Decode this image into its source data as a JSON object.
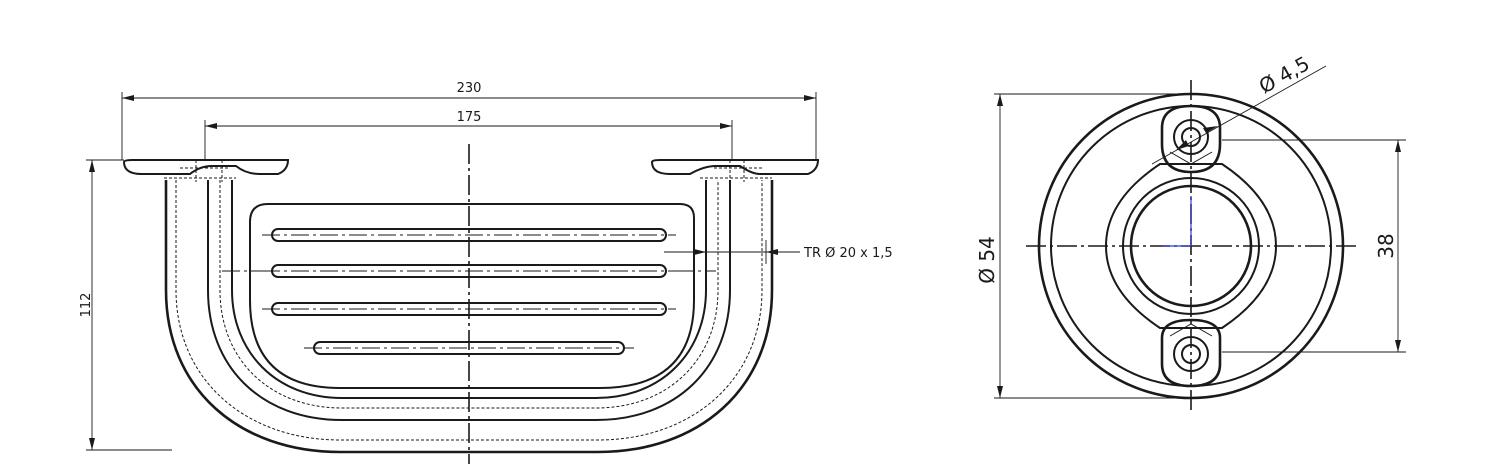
{
  "front_view": {
    "width_overall": "230",
    "width_mount": "175",
    "height": "112",
    "thread_callout": "TR Ø 20 x 1,5"
  },
  "side_view": {
    "diameter_plate": "Ø 54",
    "screw_spacing": "38",
    "hole_diameter": "Ø 4,5"
  },
  "colors": {
    "line": "#1a1a1a",
    "axis_marker": "#2b3fd6"
  }
}
